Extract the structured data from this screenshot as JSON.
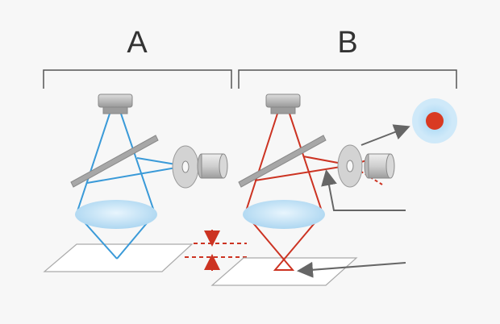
{
  "panels": [
    {
      "label": "A",
      "beam_color": "#3a9ad8",
      "mode": "out-of-focus"
    },
    {
      "label": "B",
      "beam_color": "#cc3322",
      "mode": "in-focus"
    }
  ],
  "colors": {
    "background": "#f7f7f7",
    "blue_beam": "#3a9ad8",
    "red_beam": "#cc3322",
    "lens": "#bfe0f5",
    "arrow": "#666666",
    "bracket": "#555555",
    "component": "#999999"
  },
  "icons": [
    "light-source-icon",
    "beam-splitter-icon",
    "pinhole-icon",
    "detector-icon",
    "objective-lens-icon",
    "specimen-icon",
    "image-spot-icon"
  ]
}
